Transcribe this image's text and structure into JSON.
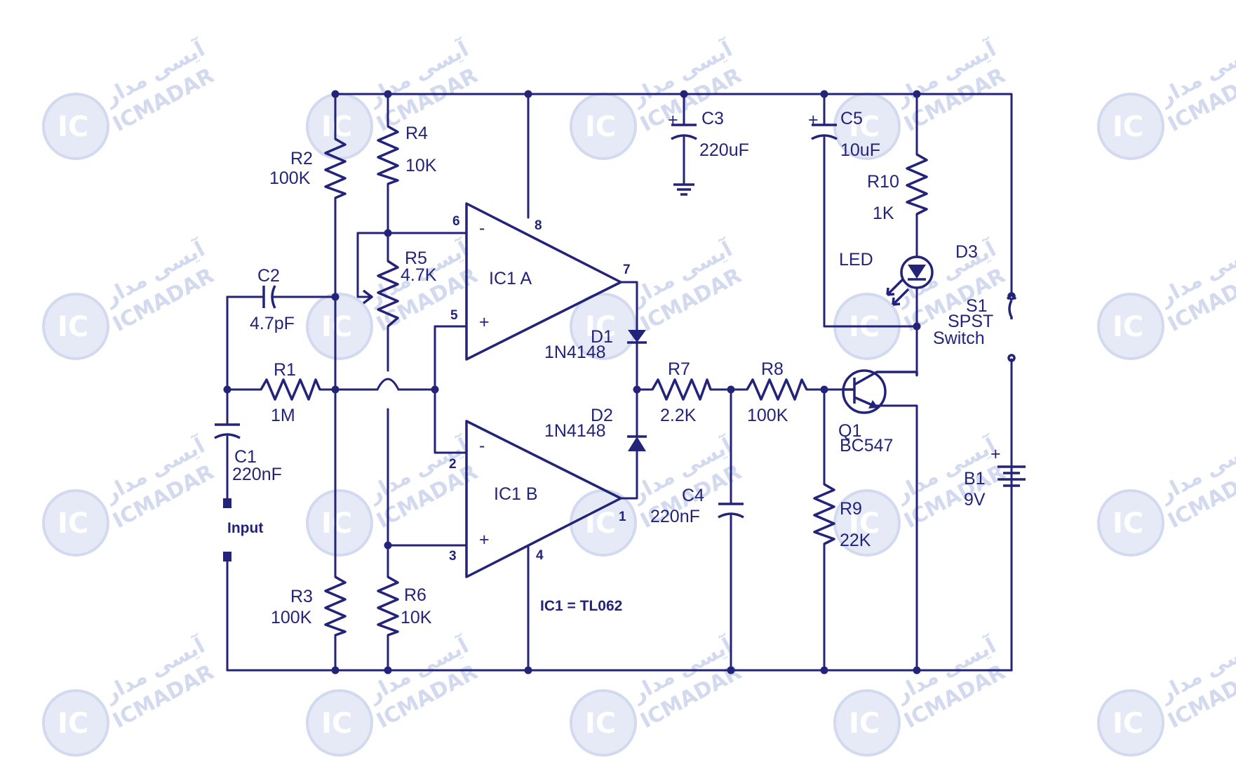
{
  "watermark": {
    "brand": "ICMADAR",
    "brand_fa": "آیسی مدار",
    "ic_mark": "IC"
  },
  "components": {
    "R1": {
      "ref": "R1",
      "value": "1M"
    },
    "R2": {
      "ref": "R2",
      "value": "100K"
    },
    "R3": {
      "ref": "R3",
      "value": "100K"
    },
    "R4": {
      "ref": "R4",
      "value": "10K"
    },
    "R5": {
      "ref": "R5",
      "value": "4.7K"
    },
    "R6": {
      "ref": "R6",
      "value": "10K"
    },
    "R7": {
      "ref": "R7",
      "value": "2.2K"
    },
    "R8": {
      "ref": "R8",
      "value": "100K"
    },
    "R9": {
      "ref": "R9",
      "value": "22K"
    },
    "R10": {
      "ref": "R10",
      "value": "1K"
    },
    "C1": {
      "ref": "C1",
      "value": "220nF"
    },
    "C2": {
      "ref": "C2",
      "value": "4.7pF"
    },
    "C3": {
      "ref": "C3",
      "value": "220uF"
    },
    "C4": {
      "ref": "C4",
      "value": "220nF"
    },
    "C5": {
      "ref": "C5",
      "value": "10uF"
    },
    "D1": {
      "ref": "D1",
      "value": "1N4148"
    },
    "D2": {
      "ref": "D2",
      "value": "1N4148"
    },
    "D3": {
      "ref": "D3",
      "value": "LED"
    },
    "Q1": {
      "ref": "Q1",
      "value": "BC547"
    },
    "S1": {
      "ref": "S1",
      "line1": "SPST",
      "line2": "Switch"
    },
    "B1": {
      "ref": "B1",
      "value": "9V"
    },
    "IC1A": {
      "ref": "IC1 A"
    },
    "IC1B": {
      "ref": "IC1 B"
    }
  },
  "ic_note": "IC1 =  TL062",
  "input_label": "Input",
  "pins": {
    "p6": "6",
    "p5": "5",
    "p8": "8",
    "p7": "7",
    "p2": "2",
    "p3": "3",
    "p4": "4",
    "p1": "1"
  },
  "symbols": {
    "plus": "+",
    "minus": "-"
  }
}
